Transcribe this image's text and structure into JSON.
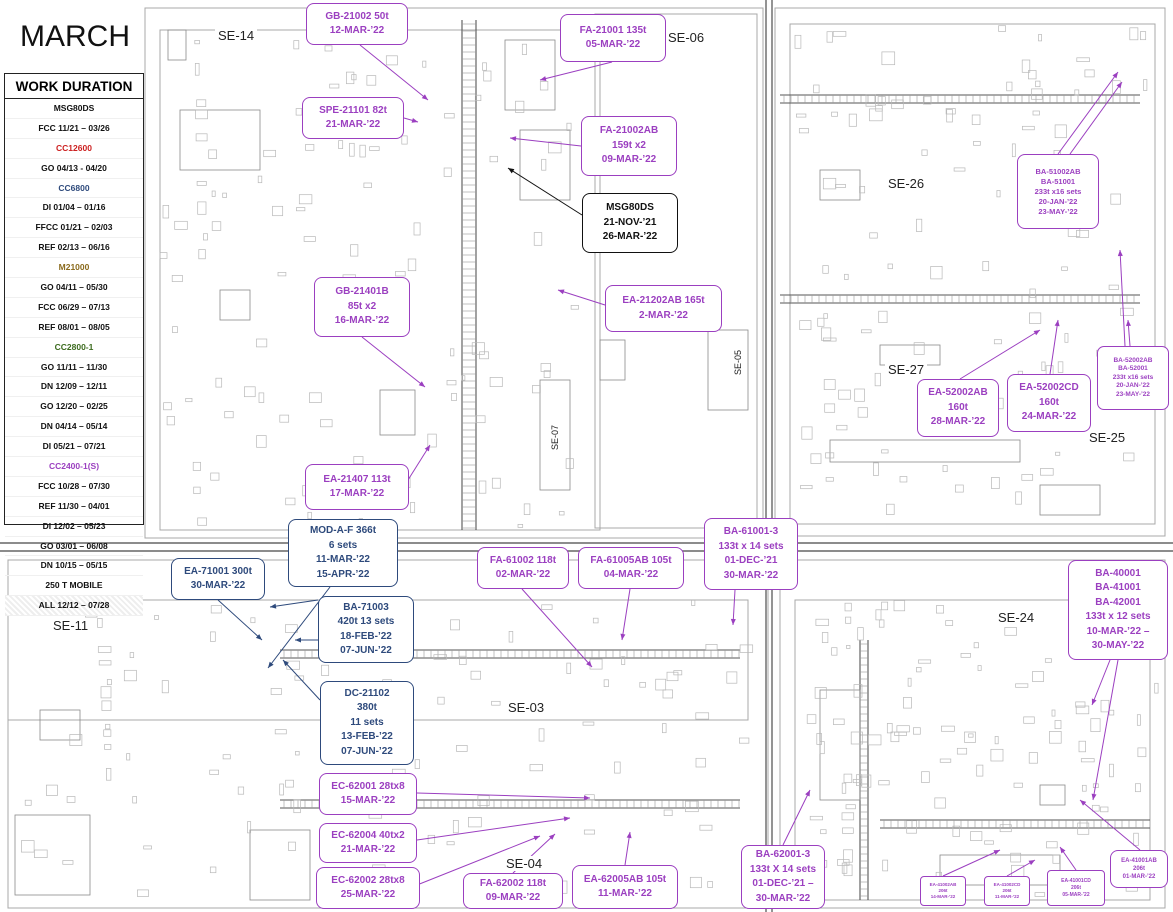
{
  "title": "MARCH",
  "legend": {
    "heading": "WORK DURATION",
    "rows": [
      {
        "text": "MSG80DS",
        "color": "#111111"
      },
      {
        "text": "FCC 11/21 – 03/26",
        "color": "#111111"
      },
      {
        "text": "CC12600",
        "color": "#cc1f1f"
      },
      {
        "text": "GO 04/13 - 04/20",
        "color": "#111111"
      },
      {
        "text": "CC6800",
        "color": "#2e4a7c"
      },
      {
        "text": "DI 01/04 – 01/16",
        "color": "#111111"
      },
      {
        "text": "FFCC 01/21 – 02/03",
        "color": "#111111"
      },
      {
        "text": "REF 02/13 – 06/16",
        "color": "#111111"
      },
      {
        "text": "M21000",
        "color": "#8a6a1c"
      },
      {
        "text": "GO 04/11 – 05/30",
        "color": "#111111"
      },
      {
        "text": "FCC 06/29 – 07/13",
        "color": "#111111"
      },
      {
        "text": "REF 08/01 – 08/05",
        "color": "#111111"
      },
      {
        "text": "CC2800-1",
        "color": "#3c6b1e"
      },
      {
        "text": "GO 11/11 – 11/30",
        "color": "#111111"
      },
      {
        "text": "DN 12/09 – 12/11",
        "color": "#111111"
      },
      {
        "text": "GO 12/20 – 02/25",
        "color": "#111111"
      },
      {
        "text": "DN 04/14 – 05/14",
        "color": "#111111"
      },
      {
        "text": "DI 05/21 – 07/21",
        "color": "#111111"
      },
      {
        "text": "CC2400-1(S)",
        "color": "#9b3fc0"
      },
      {
        "text": "FCC 10/28 – 07/30",
        "color": "#111111"
      },
      {
        "text": "REF 11/30 – 04/01",
        "color": "#111111"
      },
      {
        "text": "DI 12/02 – 05/23",
        "color": "#111111"
      },
      {
        "text": "GO 03/01 – 06/08",
        "color": "#111111"
      },
      {
        "text": "DN 10/15 – 05/15",
        "color": "#111111"
      },
      {
        "text": "250 T MOBILE",
        "color": "#111111"
      },
      {
        "text": "ALL 12/12 – 07/28",
        "color": "#111111"
      }
    ]
  },
  "zones": [
    {
      "id": "se-14",
      "label": "SE-14"
    },
    {
      "id": "se-06",
      "label": "SE-06"
    },
    {
      "id": "se-26",
      "label": "SE-26"
    },
    {
      "id": "se-27",
      "label": "SE-27"
    },
    {
      "id": "se-25",
      "label": "SE-25"
    },
    {
      "id": "se-05",
      "label": "SE-05"
    },
    {
      "id": "se-07",
      "label": "SE-07"
    },
    {
      "id": "se-11",
      "label": "SE-11"
    },
    {
      "id": "se-03",
      "label": "SE-03"
    },
    {
      "id": "se-24",
      "label": "SE-24"
    },
    {
      "id": "se-04",
      "label": "SE-04"
    }
  ],
  "callouts": {
    "gb21002": [
      "GB-21002 50t",
      "12-MAR-’22"
    ],
    "fa21001": [
      "FA-21001 135t",
      "05-MAR-’22"
    ],
    "spe21101": [
      "SPE-21101 82t",
      "21-MAR-’22"
    ],
    "fa21002ab": [
      "FA-21002AB",
      "159t x2",
      "09-MAR-’22"
    ],
    "msg80ds": [
      "MSG80DS",
      "21-NOV-’21",
      "26-MAR-’22"
    ],
    "gb21401b": [
      "GB-21401B",
      "85t x2",
      "16-MAR-’22"
    ],
    "ea21202ab": [
      "EA-21202AB 165t",
      "2-MAR-’22"
    ],
    "ea21407": [
      "EA-21407 113t",
      "17-MAR-’22"
    ],
    "ba51002ab": [
      "BA-51002AB",
      "BA-51001",
      "233t x16 sets",
      "20-JAN-’22",
      "23-MAY-’22"
    ],
    "ba52002ab": [
      "BA-52002AB",
      "BA-52001",
      "233t x16 sets",
      "20-JAN-’22",
      "23-MAY-’22"
    ],
    "ea52002ab": [
      "EA-52002AB",
      "160t",
      "28-MAR-’22"
    ],
    "ea52002cd": [
      "EA-52002CD",
      "160t",
      "24-MAR-’22"
    ],
    "moda": [
      "MOD-A-F 366t",
      "6 sets",
      "11-MAR-’22",
      "15-APR-’22"
    ],
    "ea71001": [
      "EA-71001 300t",
      "30-MAR-’22"
    ],
    "ba71003": [
      "BA-71003",
      "420t 13 sets",
      "18-FEB-’22",
      "07-JUN-’22"
    ],
    "dc21102": [
      "DC-21102",
      "380t",
      "11 sets",
      "13-FEB-’22",
      "07-JUN-’22"
    ],
    "fa61002": [
      "FA-61002 118t",
      "02-MAR-’22"
    ],
    "fa61005ab": [
      "FA-61005AB 105t",
      "04-MAR-’22"
    ],
    "ba61001": [
      "BA-61001-3",
      "133t x 14 sets",
      "01-DEC-’21",
      "30-MAR-’22"
    ],
    "ba40001": [
      "BA-40001",
      "BA-41001",
      "BA-42001",
      "133t x 12 sets",
      "10-MAR-’22 –",
      "30-MAY-’22"
    ],
    "ec62001": [
      "EC-62001 28tx8",
      "15-MAR-’22"
    ],
    "ec62004": [
      "EC-62004 40tx2",
      "21-MAR-’22"
    ],
    "ec62002": [
      "EC-62002 28tx8",
      "25-MAR-’22"
    ],
    "fa62002": [
      "FA-62002 118t",
      "09-MAR-’22"
    ],
    "ea62005ab": [
      "EA-62005AB 105t",
      "11-MAR-’22"
    ],
    "ba62001": [
      "BA-62001-3",
      "133t X 14 sets",
      "01-DEC-’21 –",
      "30-MAR-’22"
    ],
    "ea41001ab": [
      "EA-41001AB",
      "206t",
      "01-MAR-’22"
    ],
    "t1": [
      "EA-41002AB",
      "206t",
      "14-MAR-’22"
    ],
    "t2": [
      "EA-41002CD",
      "206t",
      "11-MAR-’22"
    ],
    "t3": [
      "EA-41001CD",
      "206t",
      "05-MAR-’22"
    ]
  },
  "colors": {
    "purple": "#9b3fc0",
    "navy": "#2e4a7c",
    "black": "#111111",
    "plan": "#8a8a8a"
  }
}
